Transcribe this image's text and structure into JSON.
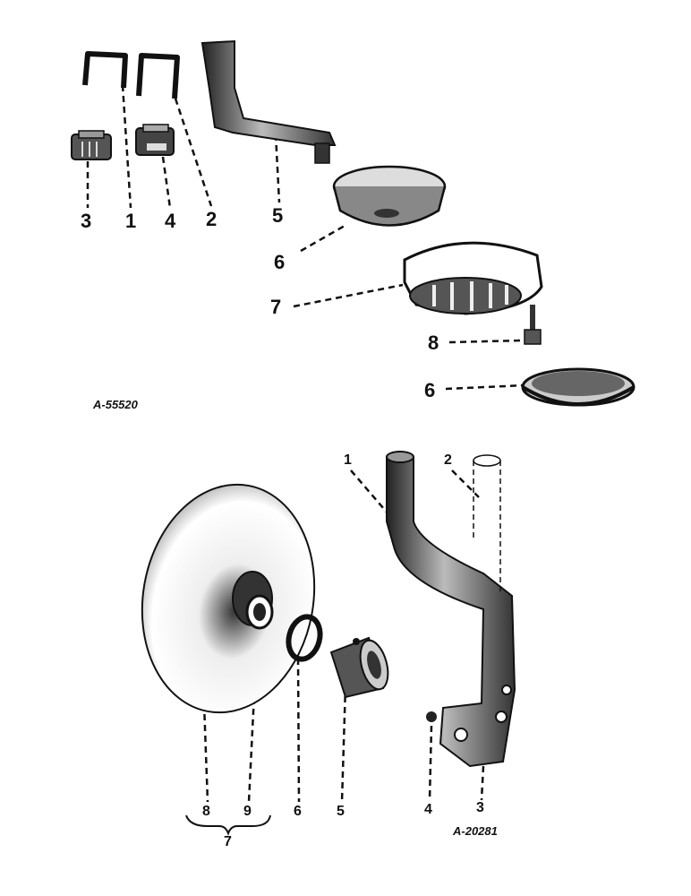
{
  "top_diagram": {
    "code": "A-55520",
    "labels": [
      "3",
      "1",
      "4",
      "2",
      "5",
      "6",
      "7",
      "8",
      "6"
    ]
  },
  "bottom_diagram": {
    "code": "A-20281",
    "labels": [
      "1",
      "2",
      "8",
      "9",
      "6",
      "5",
      "4",
      "3",
      "7"
    ]
  }
}
